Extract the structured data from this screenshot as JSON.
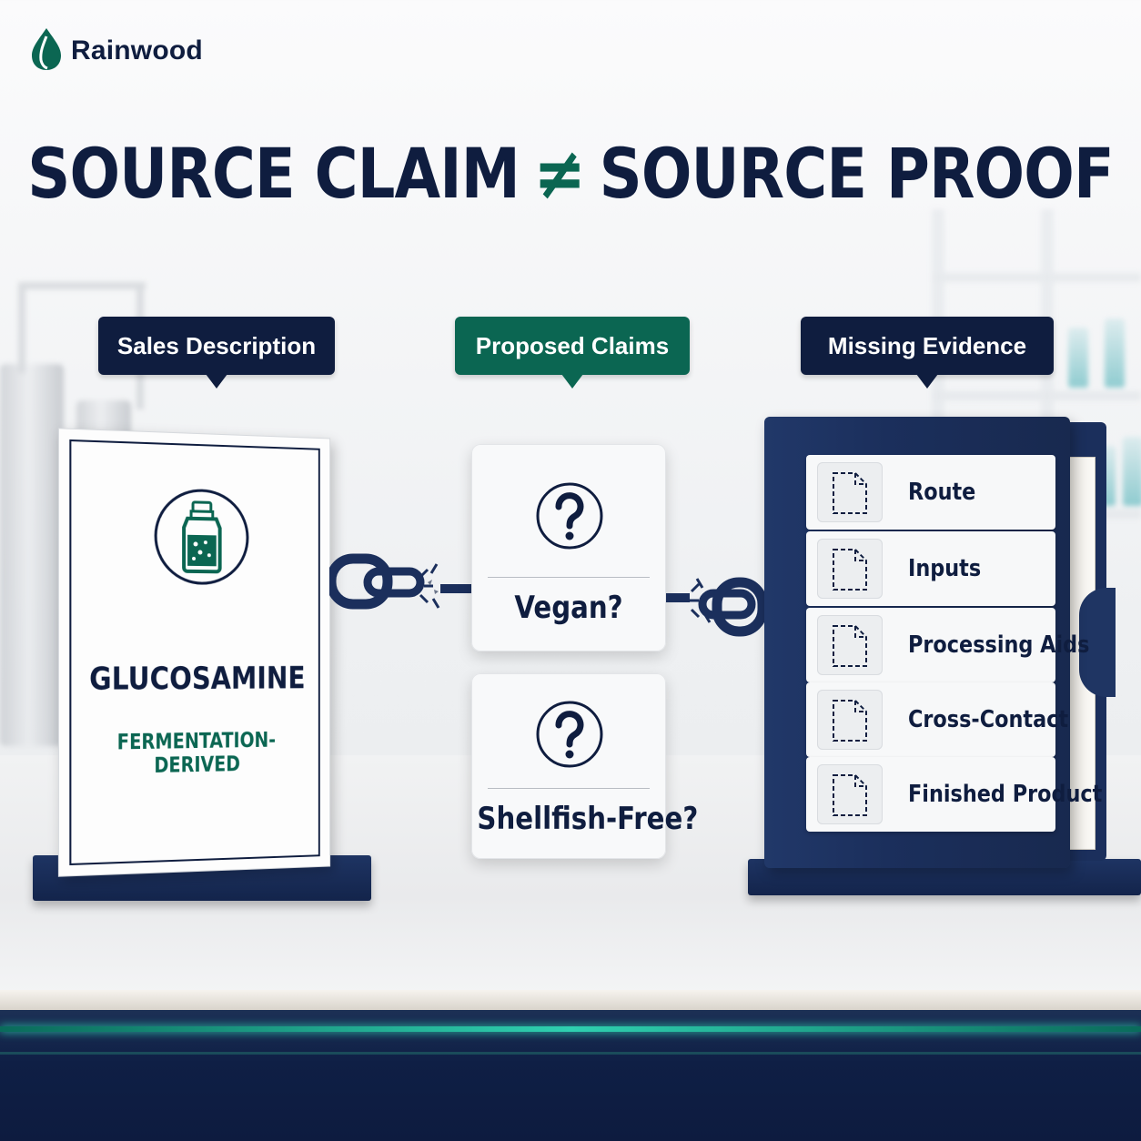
{
  "brand": {
    "name": "Rainwood",
    "accent": "#0b6652",
    "navy": "#0f1d3f"
  },
  "headline": {
    "left": "SOURCE CLAIM",
    "symbol": "≠",
    "right": "SOURCE PROOF"
  },
  "labels": {
    "sales": "Sales Description",
    "claims": "Proposed Claims",
    "evidence": "Missing Evidence"
  },
  "product": {
    "icon": "fermentation-vessel-icon",
    "name": "GLUCOSAMINE",
    "descriptor": "FERMENTATION-DERIVED"
  },
  "claims": [
    {
      "icon": "question-mark-icon",
      "text": "Vegan?"
    },
    {
      "icon": "question-mark-icon",
      "text": "Shellfish-Free?"
    }
  ],
  "evidence": [
    {
      "icon": "blank-document-icon",
      "label": "Route"
    },
    {
      "icon": "blank-document-icon",
      "label": "Inputs"
    },
    {
      "icon": "blank-document-icon",
      "label": "Processing Aids"
    },
    {
      "icon": "blank-document-icon",
      "label": "Cross-Contact"
    },
    {
      "icon": "blank-document-icon",
      "label": "Finished Product"
    }
  ]
}
